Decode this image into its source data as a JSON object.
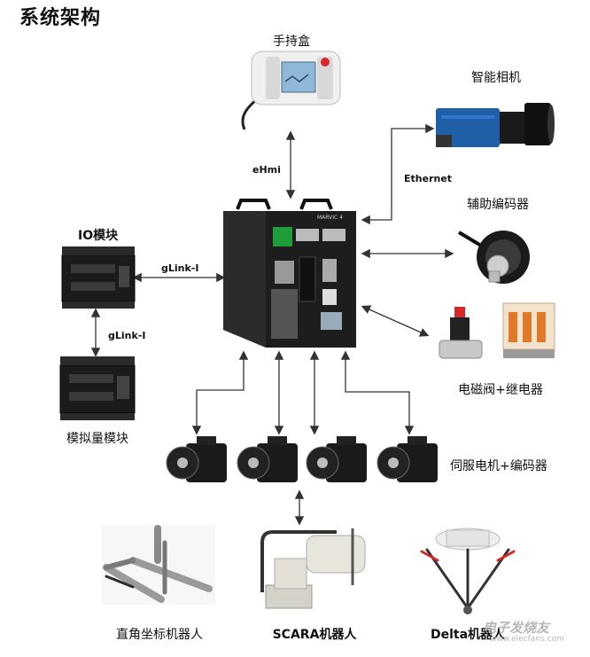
{
  "title": "系统架构",
  "nodes": {
    "pendant": "手持盒",
    "smart_camera": "智能相机",
    "aux_encoder": "辅助编码器",
    "io_module": "IO模块",
    "analog_module": "模拟量模块",
    "valve_relay": "电磁阀+继电器",
    "servo_encoder": "伺服电机+编码器",
    "cartesian_robot": "直角坐标机器人",
    "scara_robot": "SCARA机器人",
    "delta_robot": "Delta机器人"
  },
  "edge_labels": {
    "ehmi": "eHmi",
    "ethernet": "Ethernet",
    "glink_top": "gLink-Ⅰ",
    "glink_side": "gLink-Ⅰ"
  },
  "controller_badge": "MARVIC 4",
  "watermark": {
    "text": "电子发烧友",
    "url": "www.elecfans.com"
  },
  "colors": {
    "camera_blue": "#1f5fa8",
    "arrow": "#333333",
    "relay_orange": "#e07a2a"
  }
}
